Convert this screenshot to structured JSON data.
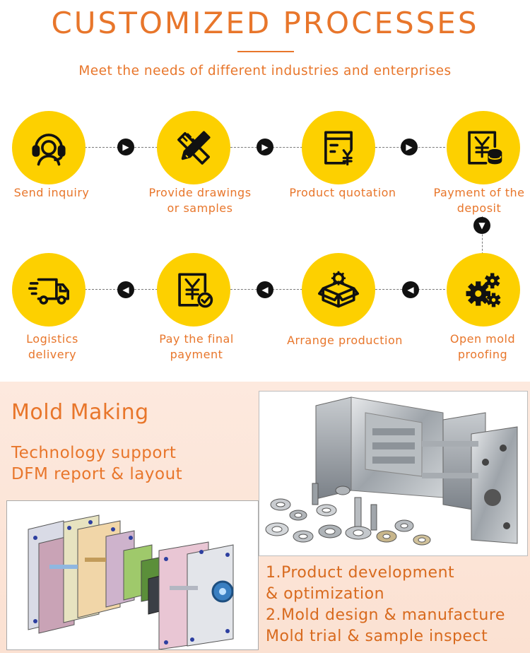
{
  "header": {
    "title": "CUSTOMIZED PROCESSES",
    "subtitle": "Meet the needs of different industries and enterprises"
  },
  "colors": {
    "accent": "#e8762b",
    "circle": "#fdd000",
    "arrow": "#111111"
  },
  "process": {
    "steps": [
      {
        "label_lines": [
          "Send inquiry"
        ],
        "icon": "headset-icon"
      },
      {
        "label_lines": [
          "Provide drawings",
          "or samples"
        ],
        "icon": "pencil-ruler-icon"
      },
      {
        "label_lines": [
          "Product quotation"
        ],
        "icon": "quotation-document-icon"
      },
      {
        "label_lines": [
          "Payment of the",
          "deposit"
        ],
        "icon": "yen-coins-icon"
      },
      {
        "label_lines": [
          "Open mold",
          "proofing"
        ],
        "icon": "gears-icon"
      },
      {
        "label_lines": [
          "Arrange production"
        ],
        "icon": "box-gear-icon"
      },
      {
        "label_lines": [
          "Pay the final",
          "payment"
        ],
        "icon": "yen-check-icon"
      },
      {
        "label_lines": [
          "Logistics",
          "delivery"
        ],
        "icon": "delivery-truck-icon"
      }
    ]
  },
  "mold_making": {
    "title": "Mold Making",
    "lines": [
      "Technology support",
      "DFM report & layout"
    ],
    "list": [
      "1.Product development",
      "& optimization",
      "2.Mold design & manufacture",
      "Mold trial & sample inspect"
    ]
  }
}
